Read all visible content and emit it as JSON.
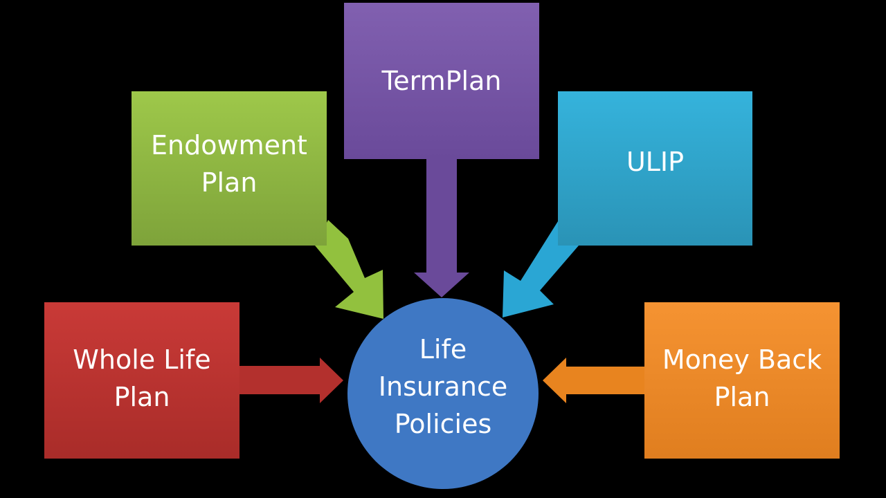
{
  "diagram": {
    "hub": {
      "lines": [
        "Life",
        "Insurance",
        "Policies"
      ],
      "color": "#3f78c4"
    },
    "nodes": [
      {
        "id": "termplan",
        "lines": [
          "TermPlan"
        ],
        "color": "#7554a6"
      },
      {
        "id": "endowment",
        "lines": [
          "Endowment",
          "Plan"
        ],
        "color": "#8fba41"
      },
      {
        "id": "ulip",
        "lines": [
          "ULIP"
        ],
        "color": "#30a6cf"
      },
      {
        "id": "wholelife",
        "lines": [
          "Whole Life",
          "Plan"
        ],
        "color": "#bf3532"
      },
      {
        "id": "moneyback",
        "lines": [
          "Money Back",
          "Plan"
        ],
        "color": "#ef8a28"
      }
    ],
    "background": "#000000"
  }
}
